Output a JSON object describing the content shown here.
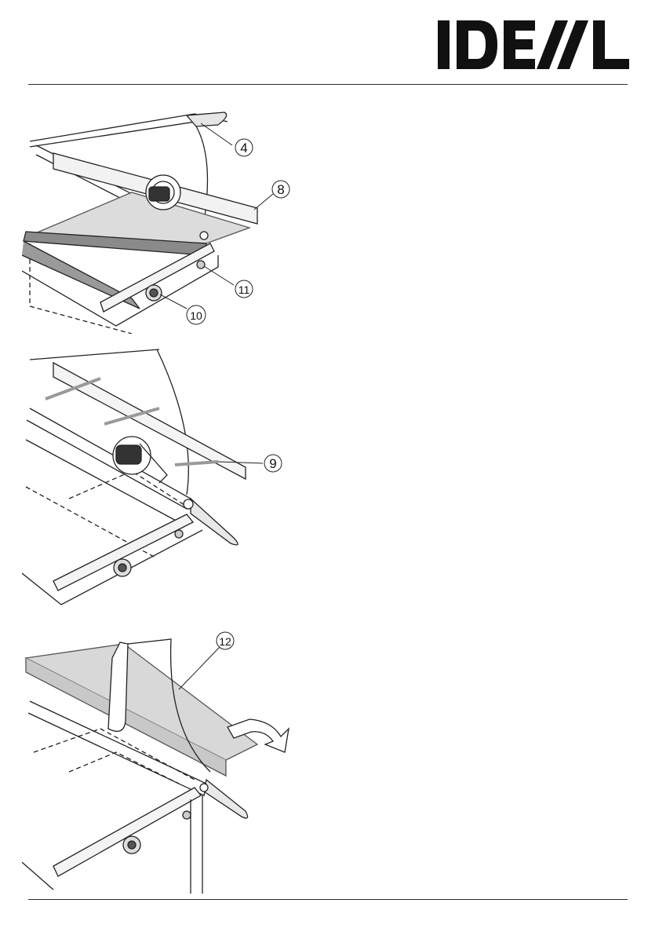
{
  "brand": {
    "logo_text": "IDEAL"
  },
  "figures": [
    {
      "callouts": [
        "4",
        "8",
        "11",
        "10"
      ]
    },
    {
      "callouts": [
        "9"
      ]
    },
    {
      "callouts": [
        "12"
      ]
    }
  ]
}
